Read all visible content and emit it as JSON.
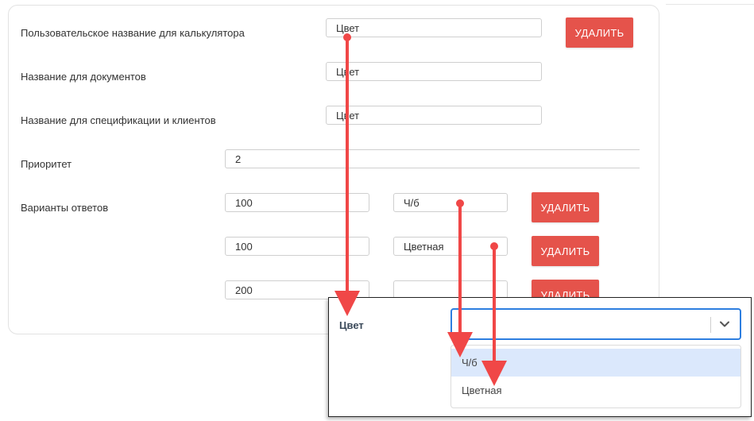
{
  "form": {
    "calc_name_label": "Пользовательское название для калькулятора",
    "calc_name_value": "Цвет",
    "docs_name_label": "Название для документов",
    "docs_name_value": "Цвет",
    "spec_name_label": "Название для спецификации и клиентов",
    "spec_name_value": "Цвет",
    "priority_label": "Приоритет",
    "priority_value": "2",
    "answers_label": "Варианты ответов",
    "delete_label": "УДАЛИТЬ",
    "answers": [
      {
        "value": "100",
        "name": "Ч/б"
      },
      {
        "value": "100",
        "name": "Цветная"
      },
      {
        "value": "200",
        "name": ""
      }
    ]
  },
  "popup": {
    "label": "Цвет",
    "select_value": "",
    "options": [
      "Ч/б",
      "Цветная"
    ],
    "highlighted_option": "Ч/б"
  },
  "colors": {
    "delete_button": "#e5534b",
    "annotation_arrow": "#f04747",
    "select_focus": "#2d7ee0",
    "option_highlight": "#dbe8fc"
  },
  "icons": {
    "select_toggle": "chevron-down-icon"
  }
}
